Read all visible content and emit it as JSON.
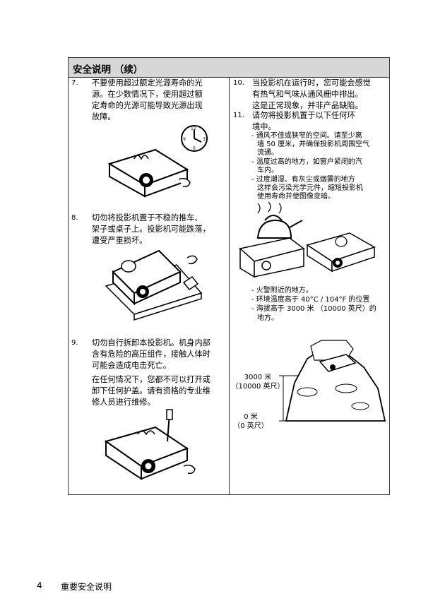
{
  "header": {
    "title": "安全说明 （续）"
  },
  "left": {
    "item7": {
      "num": "7.",
      "lines": [
        "不要使用超过额定光源寿命的光",
        "源。在少数情况下，使用超过额",
        "定寿命的光源可能导致光源出现",
        "故障。"
      ]
    },
    "item8": {
      "num": "8.",
      "lines": [
        "切勿将投影机置于不稳的推车、",
        "架子或桌子上。投影机可能跌落，",
        "遭受严重损坏。"
      ]
    },
    "item9": {
      "num": "9.",
      "lines": [
        "切勿自行拆卸本投影机。机身内部",
        "含有危险的高压组件，接触人体时",
        "可能会造成电击死亡。"
      ],
      "lines2": [
        "在任何情况下，您都不可以打开或",
        "卸下任何护盖。请有资格的专业维",
        "修人员进行维修。"
      ]
    }
  },
  "right": {
    "item10": {
      "num": "10.",
      "lines": [
        "当投影机在运行时，您可能会感觉",
        "有热气和气味从通风栅中排出。",
        "这是正常现象，并非产品缺陷。"
      ]
    },
    "item11": {
      "num": "11.",
      "lines": [
        "请勿将投影机置于以下任何环",
        "境中。"
      ]
    },
    "bullets1": [
      "- 通风不佳或狭窄的空间。请至少离",
      "墙 50 厘米，并确保投影机周围空气",
      "流通。",
      "- 温度过高的地方，如窗户紧闭的汽",
      "车内。",
      "- 过度潮湿、有灰尘或烟雾的地方",
      "这样会污染光学元件，缩短投影机",
      "使用寿命并使图像变暗。"
    ],
    "bullets2": [
      "- 火警附近的地方。",
      "- 环境温度高于 40°C / 104°F 的位置",
      "- 海拔高于 3000 米 （10000 英尺）的",
      "地方。"
    ],
    "altitude": {
      "top_line1": "3000 米",
      "top_line2": "（10000 英尺）",
      "bottom_line1": "0 米",
      "bottom_line2": "（0 英尺）"
    }
  },
  "clock": {
    "n12": "12",
    "n3": "3",
    "n6": "6",
    "n9": "9"
  },
  "footer": {
    "page_number": "4",
    "section": "重要安全说明"
  }
}
